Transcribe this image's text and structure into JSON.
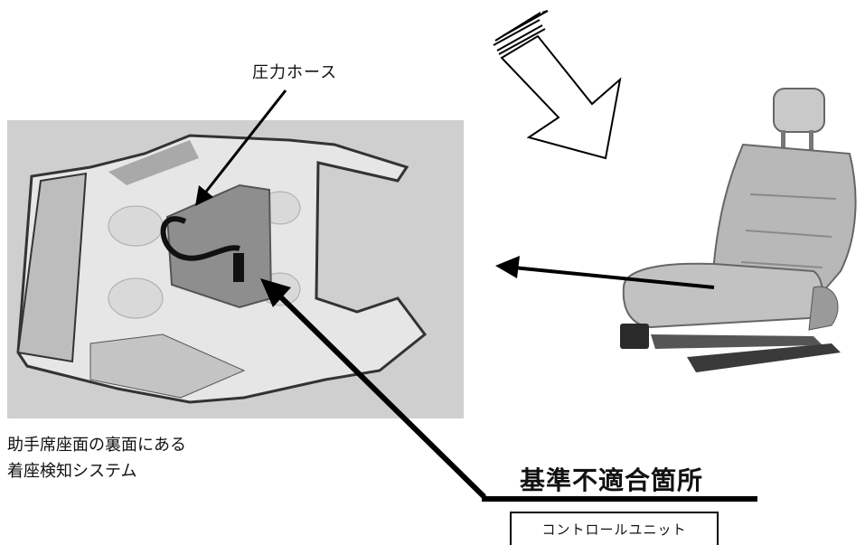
{
  "labels": {
    "pressure_hose": "圧力ホース",
    "caption_line1": "助手席座面の裏面にある",
    "caption_line2": "着座検知システム",
    "heading": "基準不適合箇所",
    "control_unit": "コントロールユニット"
  },
  "colors": {
    "panel_gray": "#cfcfcf",
    "arrow_black": "#000000",
    "seat_gray": "#b8b8b8"
  },
  "icons": {
    "view_arrow": "hollow-down-right-arrow",
    "pointer_arrows": "black-line-arrows"
  }
}
